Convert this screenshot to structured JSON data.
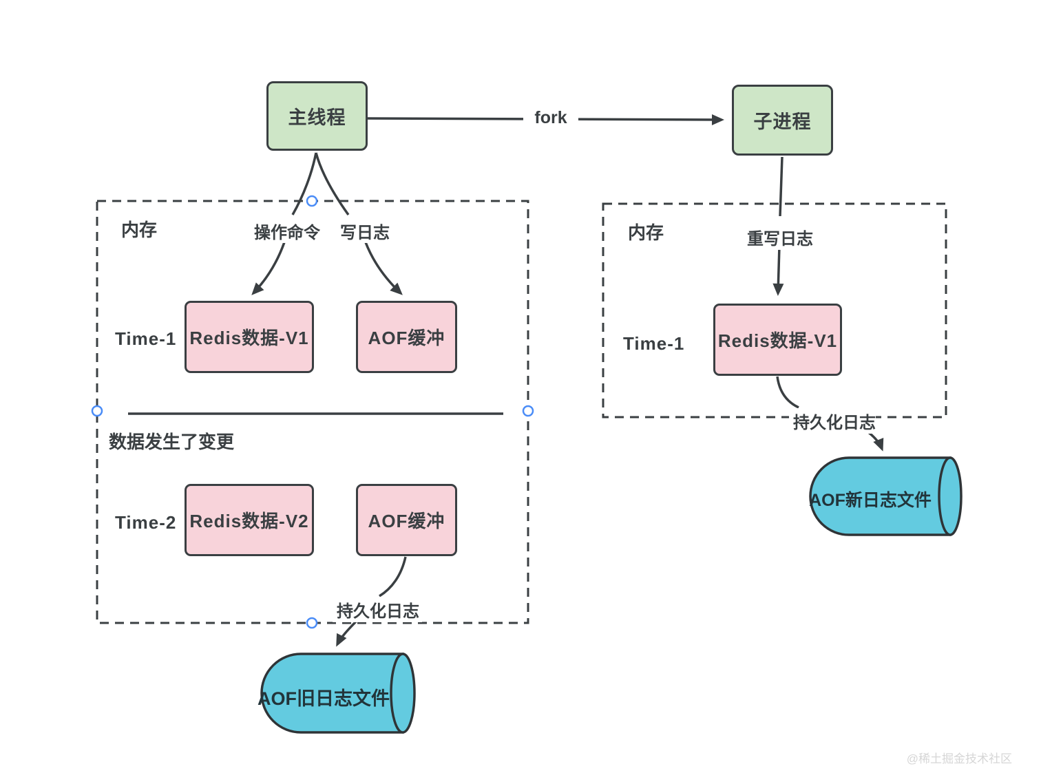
{
  "diagram": {
    "title_hint": "Redis AOF rewrite flow",
    "colors": {
      "background": "#ffffff",
      "process_fill": "#cee6c7",
      "data_fill": "#f8d3da",
      "file_fill": "#63cbe0",
      "stroke": "#3a3f42",
      "handle_stroke": "#4a8cf7",
      "watermark": "#d6d6d6"
    },
    "nodes": {
      "main_thread": "主线程",
      "child_process": "子进程",
      "redis_v1_left": "Redis数据-V1",
      "aof_buffer_1": "AOF缓冲",
      "redis_v2_left": "Redis数据-V2",
      "aof_buffer_2": "AOF缓冲",
      "redis_v1_right": "Redis数据-V1",
      "old_log_file": "AOF旧日志文件",
      "new_log_file": "AOF新日志文件"
    },
    "labels": {
      "fork": "fork",
      "memory_left": "内存",
      "memory_right": "内存",
      "op_command": "操作命令",
      "write_log": "写日志",
      "rewrite_log": "重写日志",
      "time1_left": "Time-1",
      "time2_left": "Time-2",
      "time1_right": "Time-1",
      "data_changed": "数据发生了变更",
      "persist_left": "持久化日志",
      "persist_right": "持久化日志"
    },
    "watermark": "@稀土掘金技术社区"
  }
}
